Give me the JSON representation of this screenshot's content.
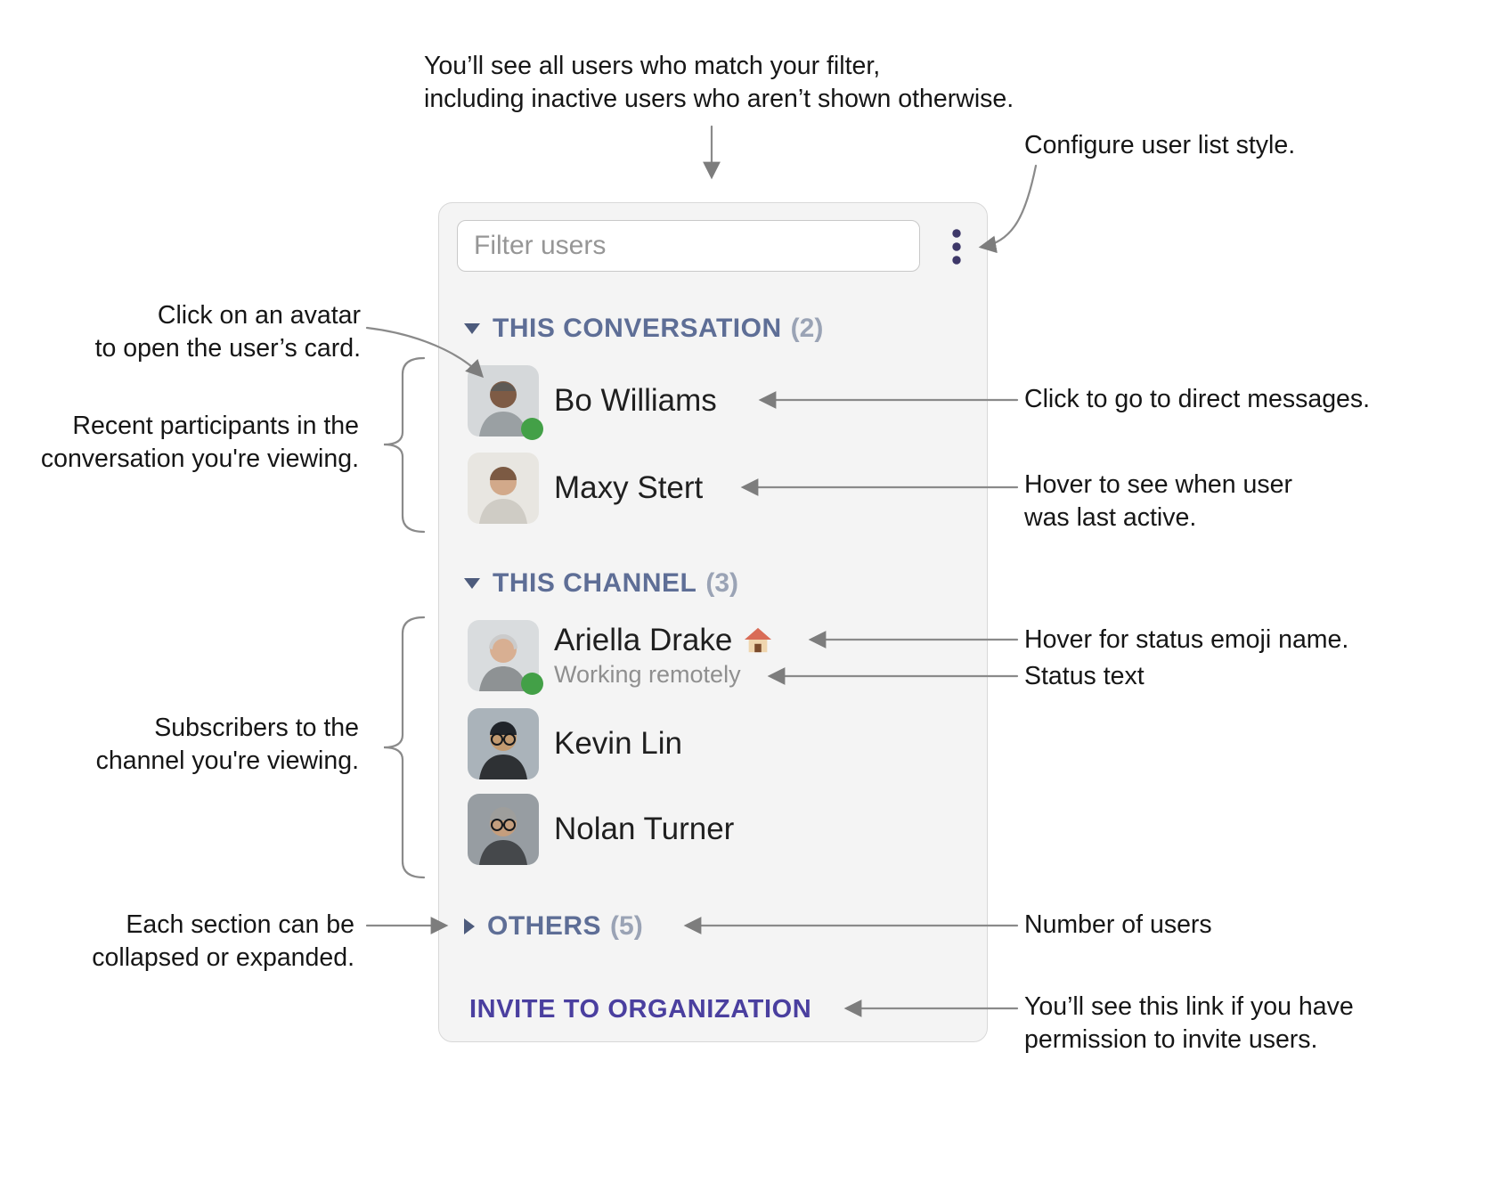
{
  "panel": {
    "filter_placeholder": "Filter users",
    "menu_icon": "vertical-ellipsis-icon",
    "sections": [
      {
        "label": "THIS CONVERSATION",
        "count": "(2)",
        "state": "expanded",
        "icon": "triangle-down-icon",
        "users": [
          {
            "name": "Bo Williams",
            "online": true
          },
          {
            "name": "Maxy Stert",
            "online": false
          }
        ]
      },
      {
        "label": "THIS CHANNEL",
        "count": "(3)",
        "state": "expanded",
        "icon": "triangle-down-icon",
        "users": [
          {
            "name": "Ariella Drake",
            "status_emoji": "🏠",
            "status_text": "Working remotely",
            "online": true
          },
          {
            "name": "Kevin Lin",
            "online": false
          },
          {
            "name": "Nolan Turner",
            "online": false
          }
        ]
      },
      {
        "label": "OTHERS",
        "count": "(5)",
        "state": "collapsed",
        "icon": "triangle-right-icon",
        "users": []
      }
    ],
    "invite_link": "INVITE TO ORGANIZATION"
  },
  "annotations": {
    "filter_note": "You’ll see all users who match your filter,\nincluding inactive users who aren’t shown otherwise.",
    "configure": "Configure user list style.",
    "avatar_click": "Click on an avatar\nto open the user’s card.",
    "recent_participants": "Recent participants in the\nconversation you're viewing.",
    "direct_messages": "Click to go to direct messages.",
    "last_active": "Hover to see when user\nwas last active.",
    "status_emoji": "Hover for status emoji name.",
    "status_text": "Status text",
    "subscribers": "Subscribers to the\nchannel you're viewing.",
    "collapse": "Each section can be\ncollapsed or expanded.",
    "user_count": "Number of users",
    "invite_permission": "You’ll see this link if you have\npermission to invite users."
  },
  "colors": {
    "section_header": "#5e6e96",
    "section_count": "#9aa3b5",
    "invite_link": "#4a3f9f",
    "presence_online": "#43a047",
    "panel_background": "#f4f4f4",
    "annotation_line": "#8a8a8a"
  }
}
